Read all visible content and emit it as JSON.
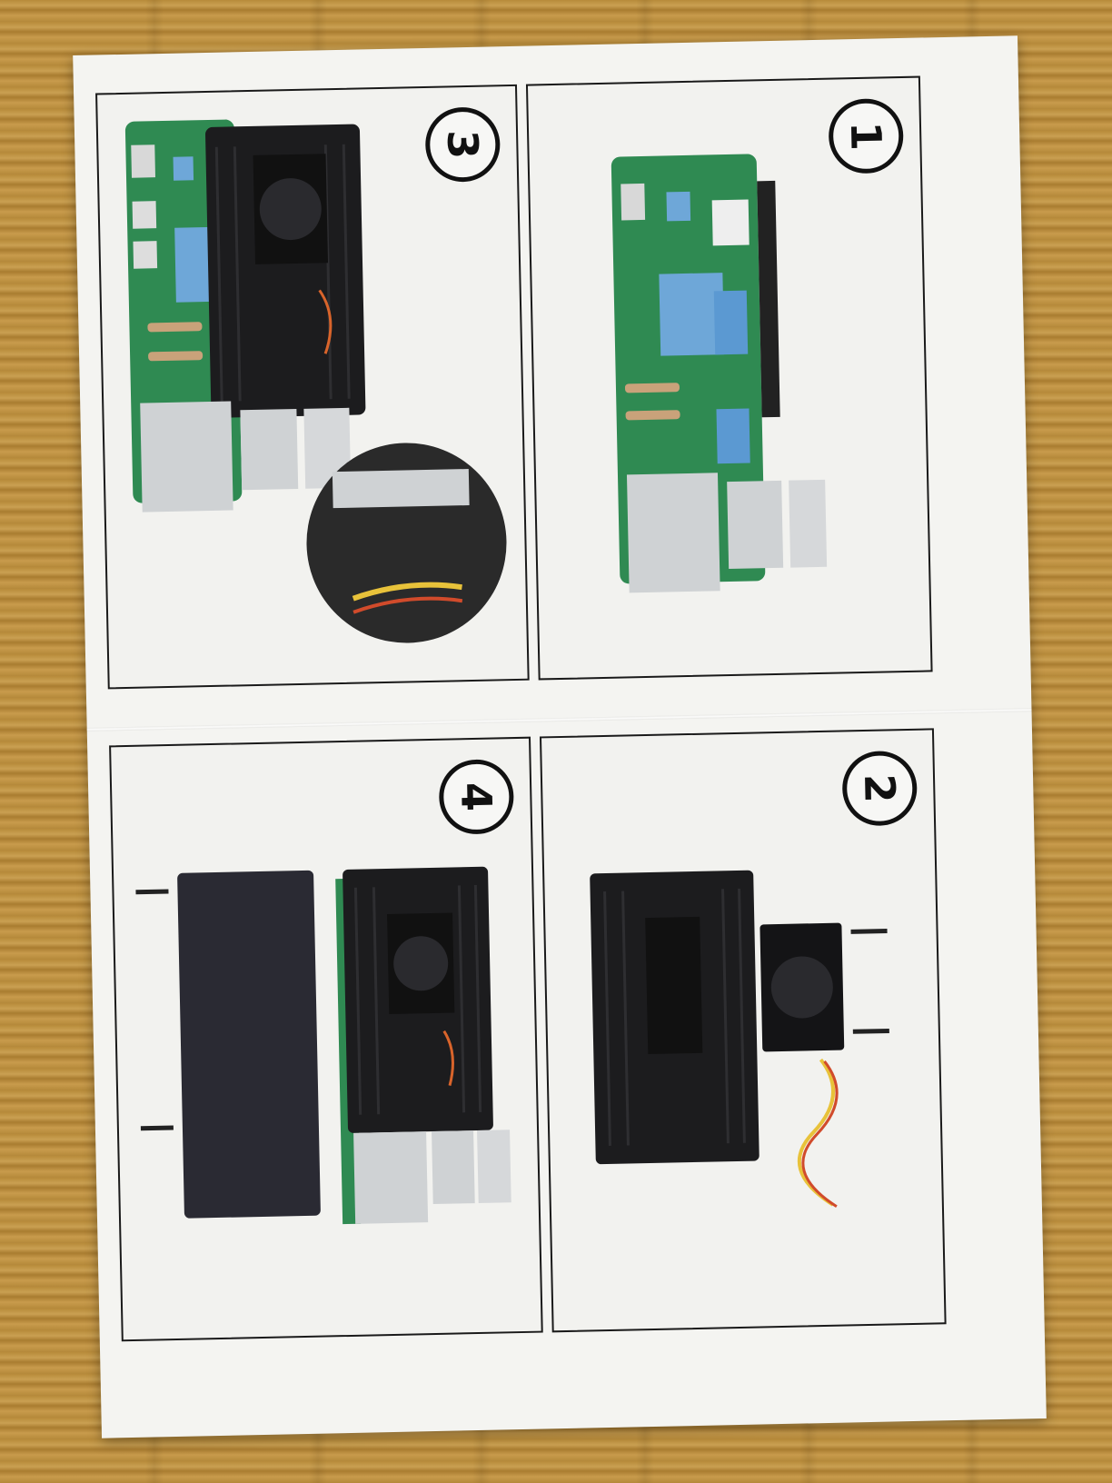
{
  "steps": [
    {
      "id": "step-1",
      "number": "1"
    },
    {
      "id": "step-2",
      "number": "2"
    },
    {
      "id": "step-3",
      "number": "3"
    },
    {
      "id": "step-4",
      "number": "4"
    }
  ],
  "colors": {
    "board_green": "#2f8a52",
    "thermal_pad_blue": "#6ea7d8",
    "case_black": "#1c1c1e",
    "port_silver": "#cfd2d4",
    "card_white": "#f4f4f1"
  },
  "icons": {
    "raspberry_logo": "raspberry-pi-logo-icon"
  }
}
